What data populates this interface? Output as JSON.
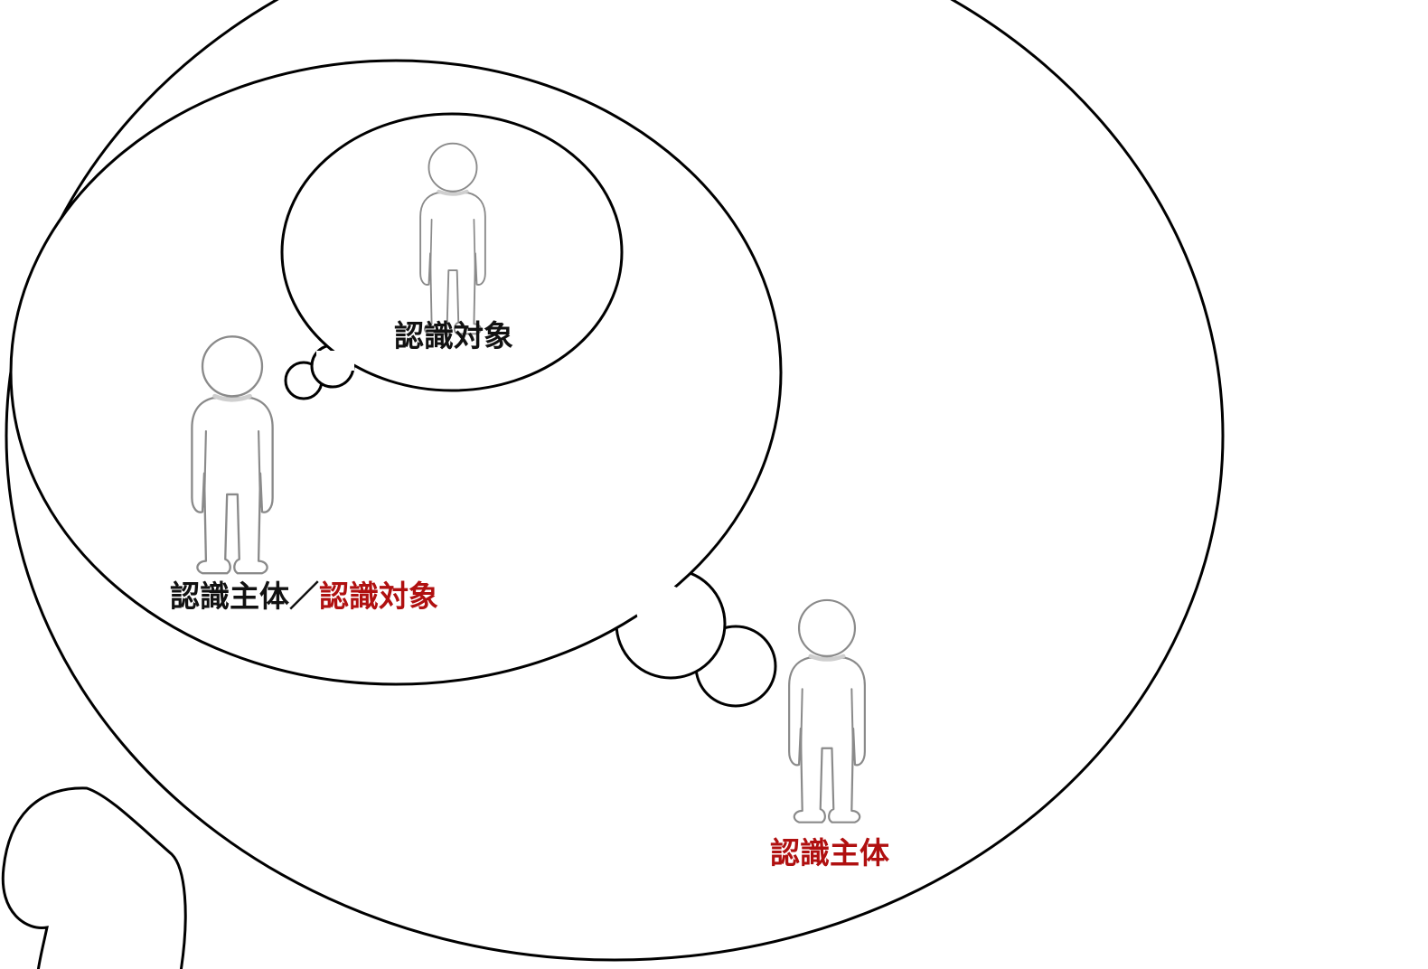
{
  "labels": {
    "inner_object": "認識対象",
    "middle_subject": "認識主体",
    "middle_separator": "／",
    "middle_object": "認識対象",
    "outer_subject": "認識主体"
  },
  "colors": {
    "default_text": "#111111",
    "highlight_text": "#b01010",
    "bubble_stroke": "#000000",
    "figure_stroke": "#8a8a8a"
  },
  "icons": {
    "figure": "person-icon",
    "bubble": "thought-bubble"
  }
}
